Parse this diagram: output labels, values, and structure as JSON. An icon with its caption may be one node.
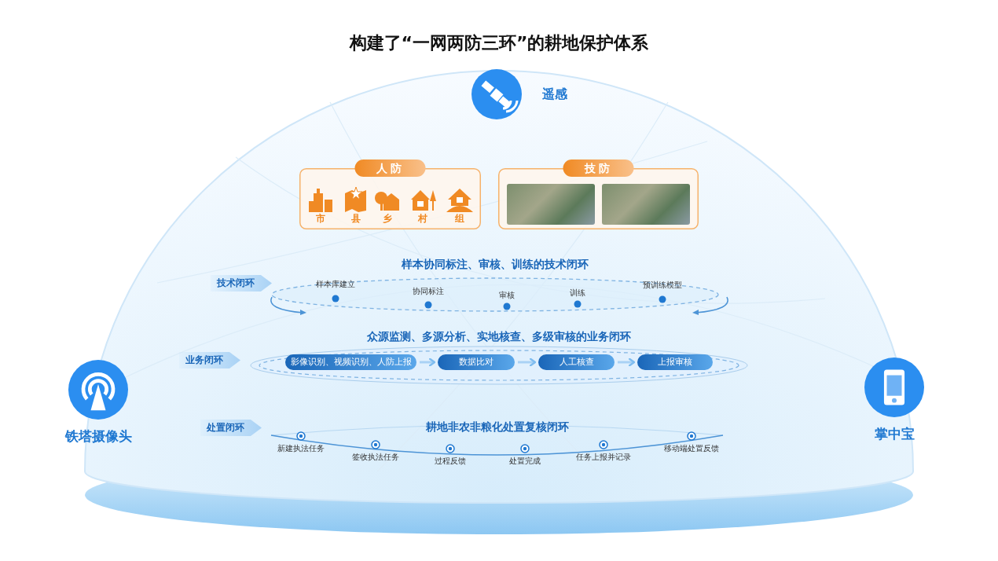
{
  "diagram": {
    "title": "构建了“一网两防三环”的耕地保护体系",
    "nodes": [
      {
        "text": [
          "遥感"
        ]
      },
      {
        "text": [
          "人防"
        ]
      },
      {
        "text": [
          "市"
        ],
        "in": 1
      },
      {
        "text": [
          "县"
        ],
        "in": 1
      },
      {
        "text": [
          "乡"
        ],
        "in": 1
      },
      {
        "text": [
          "村"
        ],
        "in": 1
      },
      {
        "text": [
          "组"
        ],
        "in": 1
      },
      {
        "text": [
          "技防"
        ]
      },
      {
        "text": [],
        "shape": "picture",
        "in": 7
      },
      {
        "text": [],
        "shape": "picture",
        "in": 7
      },
      {
        "text": [
          "样本协同标注、审核、训练的技术闭环"
        ],
        "beside": [
          "技术闭环"
        ]
      },
      {
        "text": [
          "样本库建立"
        ],
        "in": 10
      },
      {
        "text": [
          "协同标注"
        ],
        "in": 10
      },
      {
        "text": [
          "审核"
        ],
        "in": 10
      },
      {
        "text": [
          "训练"
        ],
        "in": 10
      },
      {
        "text": [
          "预训练模型"
        ],
        "in": 10
      },
      {
        "text": [
          "众源监测、多源分析、实地核查、多级审核的业务闭环"
        ],
        "beside": [
          "业务闭环"
        ]
      },
      {
        "text": [
          "影像识别、视频识别、人防上报"
        ],
        "in": 16
      },
      {
        "text": [
          "数据比对"
        ],
        "in": 16
      },
      {
        "text": [
          "人工核查"
        ],
        "in": 16
      },
      {
        "text": [
          "上报审核"
        ],
        "in": 16
      },
      {
        "text": [
          "耕地非农非粮化处置复核闭环"
        ],
        "beside": [
          "处置闭环"
        ]
      },
      {
        "text": [
          "新建执法任务"
        ],
        "in": 21
      },
      {
        "text": [
          "签收执法任务"
        ],
        "in": 21
      },
      {
        "text": [
          "过程反馈"
        ],
        "in": 21
      },
      {
        "text": [
          "处置完成"
        ],
        "in": 21
      },
      {
        "text": [
          "任务上报并记录"
        ],
        "in": 21
      },
      {
        "text": [
          "移动端处置反馈"
        ],
        "in": 21
      },
      {
        "text": [
          "铁塔摄像头"
        ]
      },
      {
        "text": [
          "掌中宝"
        ]
      }
    ],
    "edges": [
      {
        "from": 17,
        "to": 18,
        "arrow": "to"
      },
      {
        "from": 18,
        "to": 19,
        "arrow": "to"
      },
      {
        "from": 19,
        "to": 20,
        "arrow": "to"
      }
    ]
  }
}
